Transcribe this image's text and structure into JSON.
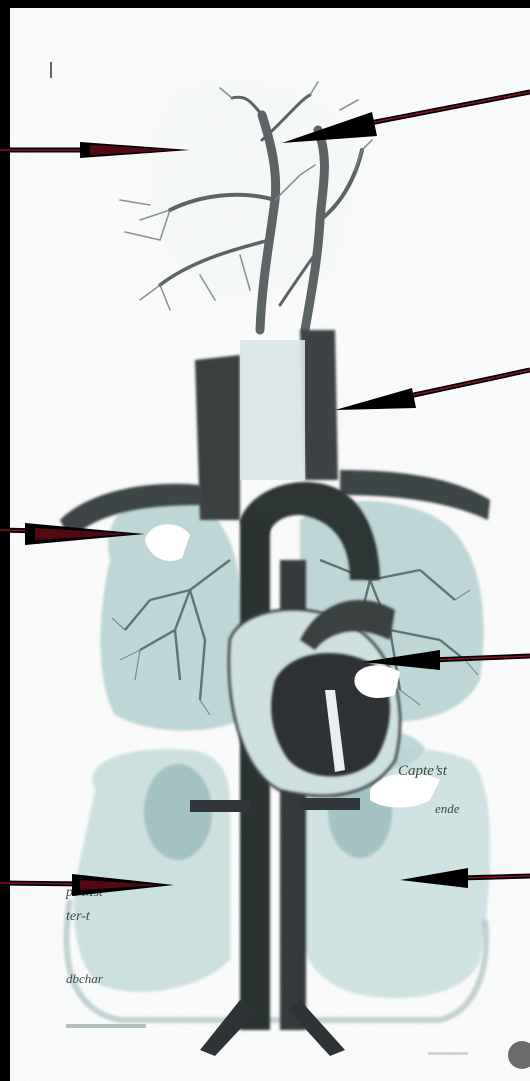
{
  "figure": {
    "frame_color": "#000000",
    "page_color": "#ffffff",
    "ink_color": "#2a2f30",
    "arrow_color": "#8a0f22",
    "tissue_tint": "#bcd6d6"
  },
  "labels": {
    "right_middle": "Capte’st",
    "right_middle_2": "ende",
    "left_lower_1": "ps Mst",
    "left_lower_2": "ter-t",
    "left_bottom": "dbchar"
  }
}
